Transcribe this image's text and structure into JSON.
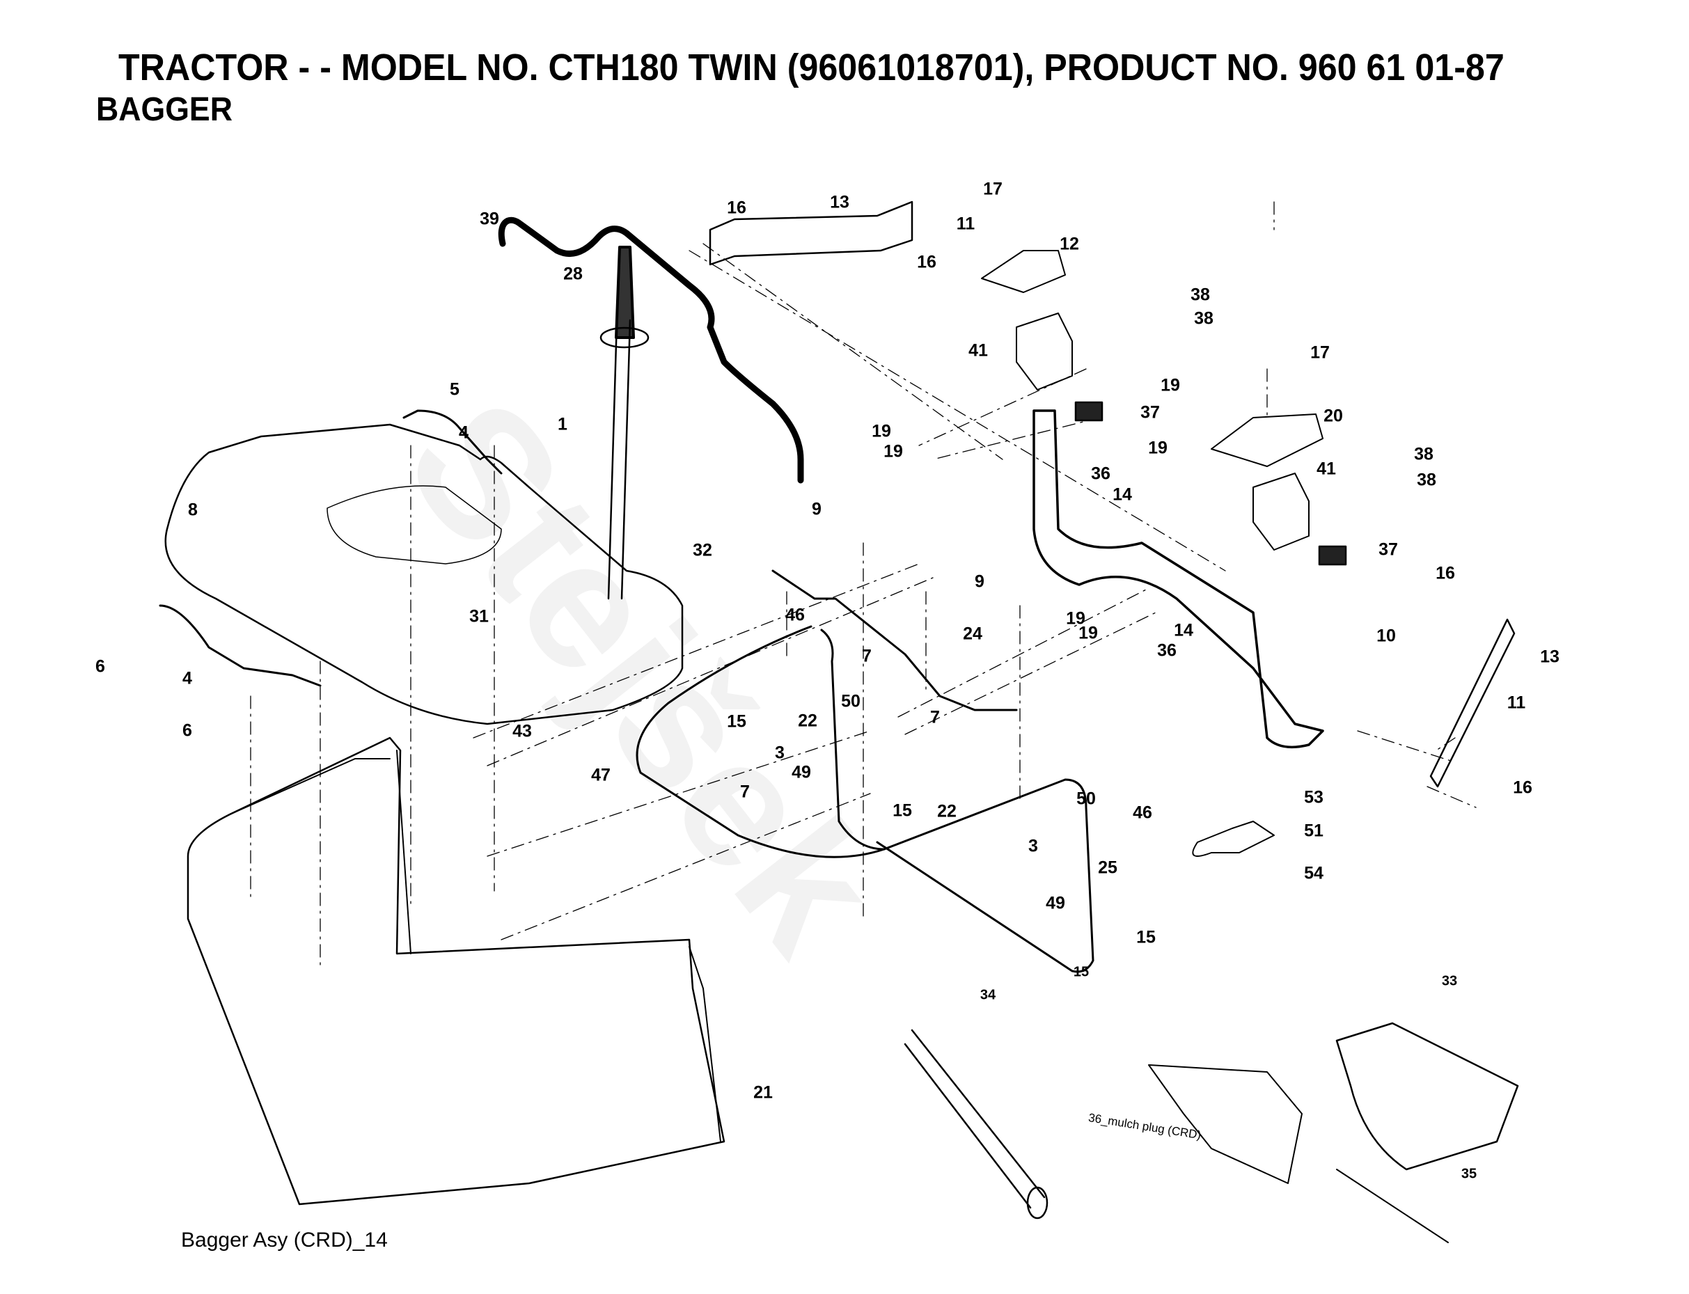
{
  "header": {
    "title": "TRACTOR - - MODEL NO. CTH180 TWIN (96061018701), PRODUCT NO. 960 61 01-87",
    "section": "BAGGER"
  },
  "caption": "Bagger Asy (CRD)_14",
  "watermark": "Stejšek",
  "mulch_label": "36_mulch plug (CRD)",
  "callouts": [
    {
      "id": "c39",
      "text": "39"
    },
    {
      "id": "c28",
      "text": "28"
    },
    {
      "id": "c16a",
      "text": "16"
    },
    {
      "id": "c13a",
      "text": "13"
    },
    {
      "id": "c11a",
      "text": "11"
    },
    {
      "id": "c17a",
      "text": "17"
    },
    {
      "id": "c12",
      "text": "12"
    },
    {
      "id": "c16b",
      "text": "16"
    },
    {
      "id": "c38a",
      "text": "38"
    },
    {
      "id": "c38b",
      "text": "38"
    },
    {
      "id": "c41a",
      "text": "41"
    },
    {
      "id": "c17b",
      "text": "17"
    },
    {
      "id": "c19a",
      "text": "19"
    },
    {
      "id": "c37a",
      "text": "37"
    },
    {
      "id": "c5",
      "text": "5"
    },
    {
      "id": "c1",
      "text": "1"
    },
    {
      "id": "c4a",
      "text": "4"
    },
    {
      "id": "c19b",
      "text": "19"
    },
    {
      "id": "c19c",
      "text": "19"
    },
    {
      "id": "c20",
      "text": "20"
    },
    {
      "id": "c19d",
      "text": "19"
    },
    {
      "id": "c41b",
      "text": "41"
    },
    {
      "id": "c38c",
      "text": "38"
    },
    {
      "id": "c38d",
      "text": "38"
    },
    {
      "id": "c8",
      "text": "8"
    },
    {
      "id": "c9a",
      "text": "9"
    },
    {
      "id": "c36a",
      "text": "36"
    },
    {
      "id": "c14a",
      "text": "14"
    },
    {
      "id": "c32",
      "text": "32"
    },
    {
      "id": "c37b",
      "text": "37"
    },
    {
      "id": "c9b",
      "text": "9"
    },
    {
      "id": "c16c",
      "text": "16"
    },
    {
      "id": "c31",
      "text": "31"
    },
    {
      "id": "c46a",
      "text": "46"
    },
    {
      "id": "c7a",
      "text": "7"
    },
    {
      "id": "c24",
      "text": "24"
    },
    {
      "id": "c19e",
      "text": "19"
    },
    {
      "id": "c19f",
      "text": "19"
    },
    {
      "id": "c14b",
      "text": "14"
    },
    {
      "id": "c10",
      "text": "10"
    },
    {
      "id": "c13b",
      "text": "13"
    },
    {
      "id": "c6a",
      "text": "6"
    },
    {
      "id": "c36b",
      "text": "36"
    },
    {
      "id": "c4b",
      "text": "4"
    },
    {
      "id": "c50a",
      "text": "50"
    },
    {
      "id": "c22a",
      "text": "22"
    },
    {
      "id": "c7b",
      "text": "7"
    },
    {
      "id": "c11b",
      "text": "11"
    },
    {
      "id": "c15a",
      "text": "15"
    },
    {
      "id": "c6b",
      "text": "6"
    },
    {
      "id": "c43",
      "text": "43"
    },
    {
      "id": "c3a",
      "text": "3"
    },
    {
      "id": "c47",
      "text": "47"
    },
    {
      "id": "c49a",
      "text": "49"
    },
    {
      "id": "c7c",
      "text": "7"
    },
    {
      "id": "c22b",
      "text": "22"
    },
    {
      "id": "c50b",
      "text": "50"
    },
    {
      "id": "c16d",
      "text": "16"
    },
    {
      "id": "c15b",
      "text": "15"
    },
    {
      "id": "c46b",
      "text": "46"
    },
    {
      "id": "c53",
      "text": "53"
    },
    {
      "id": "c3b",
      "text": "3"
    },
    {
      "id": "c51",
      "text": "51"
    },
    {
      "id": "c25",
      "text": "25"
    },
    {
      "id": "c54",
      "text": "54"
    },
    {
      "id": "c49b",
      "text": "49"
    },
    {
      "id": "c15c",
      "text": "15"
    },
    {
      "id": "c15d",
      "text": "15"
    },
    {
      "id": "c33",
      "text": "33"
    },
    {
      "id": "c34",
      "text": "34"
    },
    {
      "id": "c21",
      "text": "21"
    },
    {
      "id": "c35",
      "text": "35"
    }
  ]
}
